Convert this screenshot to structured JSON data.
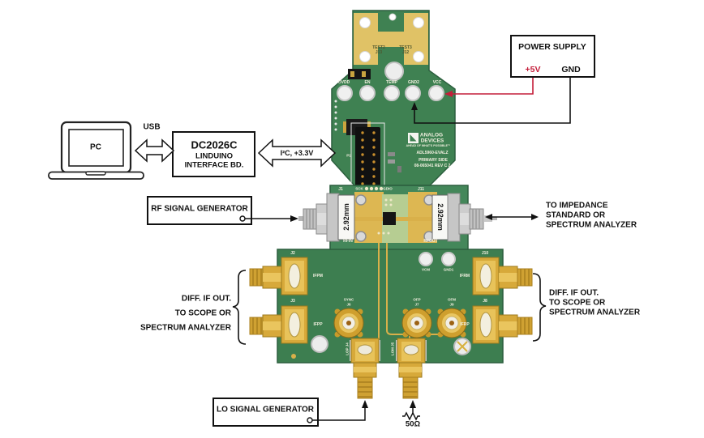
{
  "colors": {
    "accent_red": "#c41e3a",
    "board_green": "#3f8152",
    "gold": "#d9b04a",
    "wire_black": "#111111"
  },
  "pc": {
    "label": "PC"
  },
  "usb_label": "USB",
  "interface_board": {
    "line1": "DC2026C",
    "line2": "LINDUINO",
    "line3": "INTERFACE BD."
  },
  "i2c_label": "I²C, +3.3V",
  "power_supply": {
    "title": "POWER SUPPLY",
    "pos": "+5V",
    "gnd": "GND"
  },
  "rf_generator_label": "RF SIGNAL GENERATOR",
  "impedance_note": {
    "line1": "TO IMPEDANCE",
    "line2": "STANDARD OR",
    "line3": "SPECTRUM ANALYZER"
  },
  "diff_if_left": {
    "line1": "DIFF. IF OUT.",
    "line2": "TO SCOPE OR",
    "line3": "SPECTRUM ANALYZER"
  },
  "diff_if_right": {
    "line1": "DIFF. IF OUT.",
    "line2": "TO SCOPE OR",
    "line3": "SPECTRUM ANALYZER"
  },
  "lo_generator_label": "LO SIGNAL GENERATOR",
  "termination_label": "50Ω",
  "board": {
    "top": {
      "test2": "TEST2",
      "j13": "J13",
      "test3": "TEST3",
      "j12": "J12",
      "tp_ovdd": "OVDD",
      "tp_en": "EN",
      "tp_temp": "TEMP",
      "tp_gnd2": "GND2",
      "tp_vcc": "VCC",
      "p1": "P1",
      "logo1": "ANALOG",
      "logo2": "DEVICES",
      "tagline": "AHEAD OF WHAT'S POSSIBLE™",
      "part": "ADL5960-EVALZ",
      "side": "PRIMARY SIDE",
      "rev": "08-065041 REV C 2"
    },
    "mid": {
      "j1": "J1",
      "sck": "SCK",
      "gdio": "GDIO",
      "j11": "J11",
      "left_connector": "2.92mm",
      "right_connector": "2.92mm",
      "rfin": "RFIN",
      "rfout": "RFOUT"
    },
    "bottom": {
      "j2": "J2",
      "ifpm": "IFPM",
      "j3": "J3",
      "ifpp": "IFPP",
      "j10": "J10",
      "ifrm": "IFRM",
      "j8": "J8",
      "ifrp": "IFRP",
      "vcm": "VCM",
      "gnd1": "GND1",
      "sync": "SYNC",
      "sync_ref": "J6",
      "ofp": "OFP",
      "ofp_ref": "J7",
      "ofm": "OFM",
      "ofm_ref": "J9",
      "lop": "LOP J4",
      "lom": "LOM J5"
    }
  }
}
